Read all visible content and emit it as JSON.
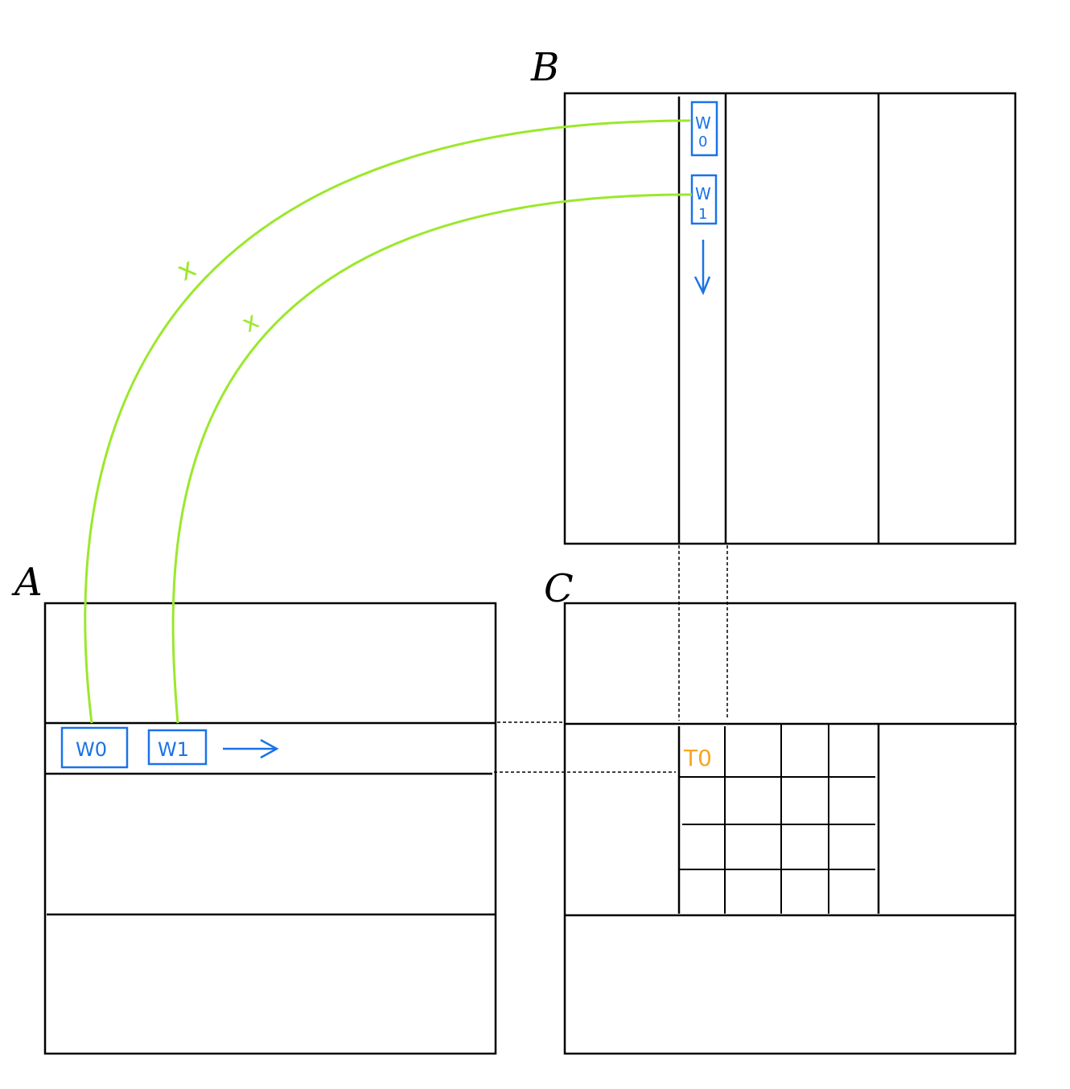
{
  "matrices": {
    "a_label": "A",
    "b_label": "B",
    "c_label": "C"
  },
  "tiles": {
    "a_w0": "W0",
    "a_w1": "W1",
    "b_w0_top": "W",
    "b_w0_bottom": "0",
    "b_w1_top": "W",
    "b_w1_bottom": "1",
    "c_t0": "T0"
  },
  "operations": {
    "multiply_symbol_1": "x",
    "multiply_symbol_2": "x"
  },
  "colors": {
    "tile_blue": "#1a73e8",
    "curve_green": "#9be82c",
    "output_orange": "#f5a623"
  }
}
